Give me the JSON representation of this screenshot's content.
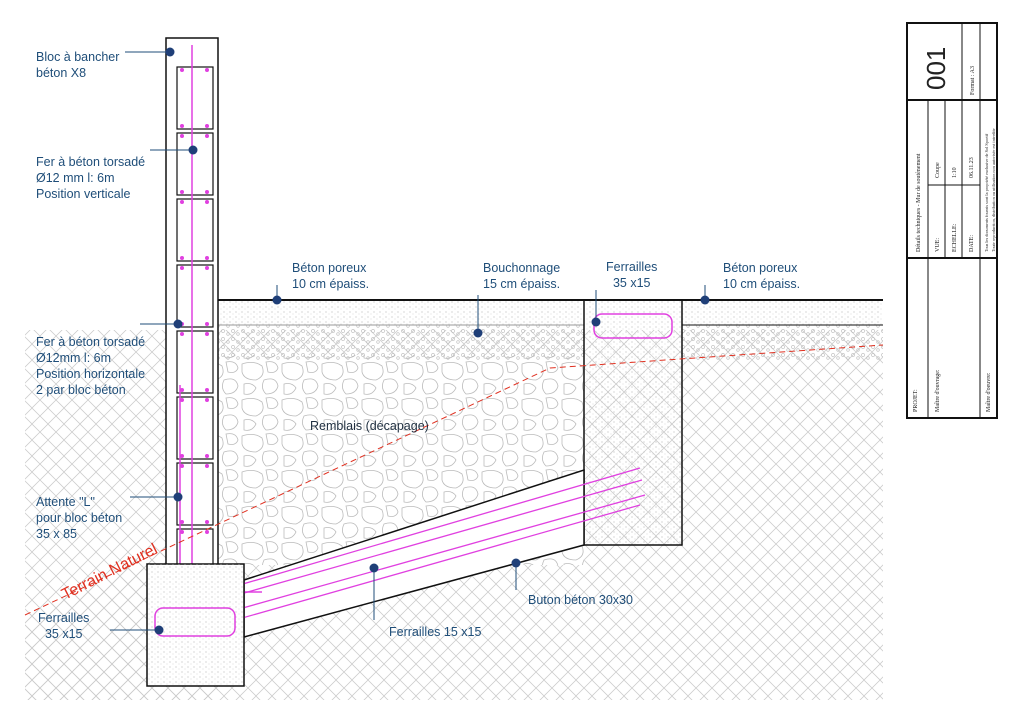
{
  "labels": {
    "bloc": [
      "Bloc à bancher",
      "béton X8"
    ],
    "fer_vertical": [
      "Fer à béton torsadé",
      "Ø12 mm   l: 6m",
      "Position verticale"
    ],
    "fer_horizontal": [
      "Fer à béton torsadé",
      "Ø12mm   l: 6m",
      "Position horizontale",
      "2 par bloc béton"
    ],
    "attente": [
      "Attente \"L\"",
      "pour bloc béton",
      "35 x 85"
    ],
    "ferrailles_left": [
      "Ferrailles",
      "35 x15"
    ],
    "beton_poreux_left": [
      "Béton poreux",
      "10 cm épaiss."
    ],
    "bouchonnage": [
      "Bouchonnage",
      "15 cm épaiss."
    ],
    "ferrailles_right": [
      "Ferrailles",
      "35 x15"
    ],
    "beton_poreux_right": [
      "Béton poreux",
      "10 cm épaiss."
    ],
    "remblais": "Remblais (décapage)",
    "terrain": "Terrain Naturel",
    "ferrailles_strut": "Ferrailles 15 x15",
    "buton": "Buton béton 30x30"
  },
  "title_block": {
    "number": "001",
    "format": "Format : A3",
    "title": "Détails techniques - Mur de soutènement",
    "vue_label": "VUE:",
    "vue_value": "Coupe",
    "echelle_label": "ECHELLE:",
    "echelle_value": "1:10",
    "date_label": "DATE:",
    "date_value": "06.11.23",
    "copyright": [
      "Tous les documents fournis sont la propriété exclusive de Sol Sportif",
      "Toute reproduction, distribution ou utilisation non autorisée est interdite"
    ],
    "projet": "PROJET:",
    "maitre_ouvrage": "Maître d'ouvrage:",
    "maitre_oeuvre": "Maître d'oeuvre:"
  },
  "colors": {
    "label": "#1f4e79",
    "rebar": "#e040e0",
    "terrain": "#e03020",
    "dot": "#1f3f78"
  }
}
